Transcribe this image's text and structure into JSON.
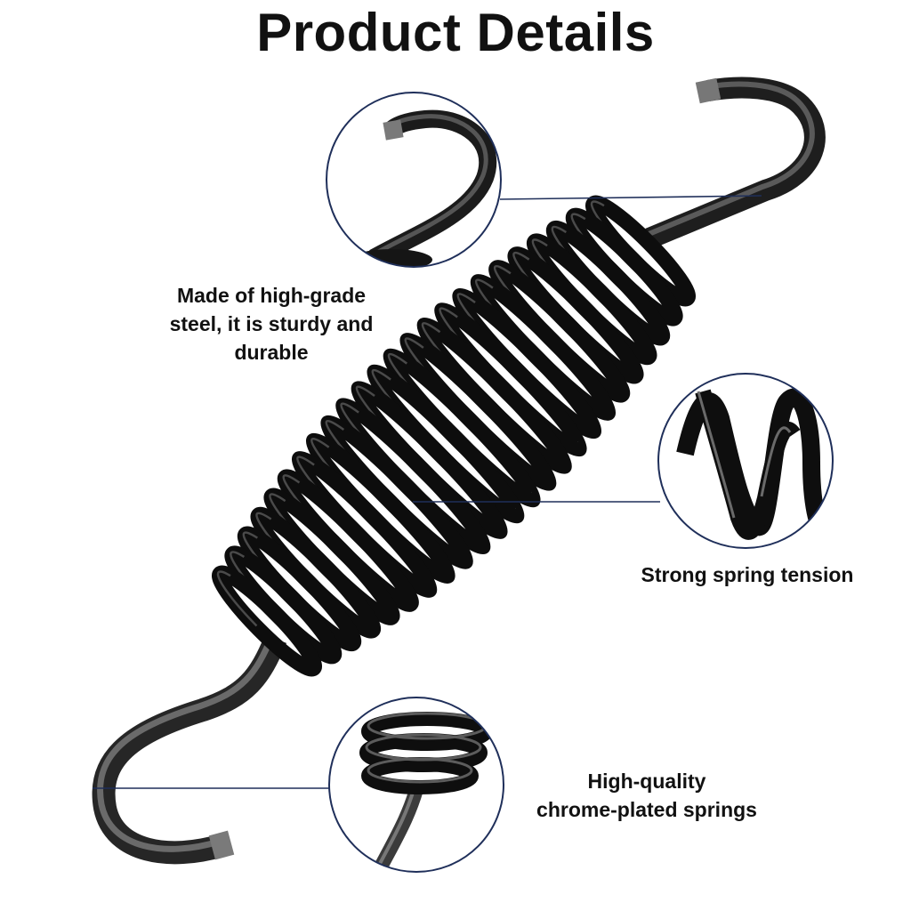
{
  "title": "Product Details",
  "features": [
    {
      "lines": [
        "Made of high-grade",
        "steel, it is sturdy and",
        "durable"
      ],
      "icon": "hook-closeup"
    },
    {
      "lines": [
        "Strong spring tension"
      ],
      "icon": "coil-closeup"
    },
    {
      "lines": [
        "High-quality",
        "chrome-plated springs"
      ],
      "icon": "spring-end-closeup"
    }
  ],
  "colors": {
    "accent": "#1f2f5a",
    "spring": "#111111",
    "hook_metal": "#3a3a3a",
    "background": "#ffffff"
  }
}
